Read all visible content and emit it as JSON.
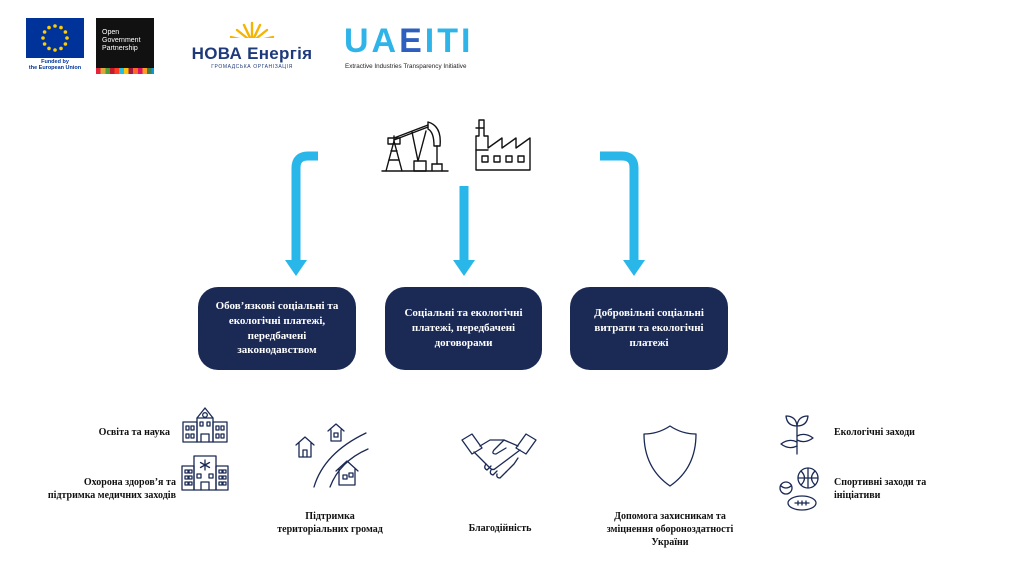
{
  "logos": {
    "eu_caption_line1": "Funded by",
    "eu_caption_line2": "the European Union",
    "ogp_line1": "Open",
    "ogp_line2": "Government",
    "ogp_line3": "Partnership",
    "nova_name": "НОВА Енергія",
    "nova_sub": "ГРОМАДСЬКА ОРГАНІЗАЦІЯ",
    "ua_u": "UA",
    "ua_e": "E",
    "ua_iti": "ITI",
    "ua_sub": "Extractive Industries Transparency Initiative"
  },
  "colors": {
    "box": "#1b2a55",
    "arrow": "#29b6e8",
    "icon": "#1b2a55"
  },
  "boxes": [
    {
      "text": "Обов’язкові соціальні та екологічні платежі, передбачені законодавством"
    },
    {
      "text": "Соціальні та екологічні платежі, передбачені договорами"
    },
    {
      "text": "Добровільні соціальні витрати та екологічні платежі"
    }
  ],
  "items": {
    "education": "Освіта та наука",
    "health": "Охорона здоров’я та підтримка медичних заходів",
    "communities": "Підтримка територіальних громад",
    "charity": "Благодійність",
    "defense": "Допомога захисникам та зміцнення обороноздатності України",
    "ecology": "Екологічні заходи",
    "sports": "Спортивні заходи та ініціативи"
  },
  "icons": [
    "oil-pump-icon",
    "factory-icon",
    "school-icon",
    "hospital-icon",
    "houses-road-icon",
    "handshake-icon",
    "shield-icon",
    "sprout-icon",
    "sports-balls-icon"
  ]
}
